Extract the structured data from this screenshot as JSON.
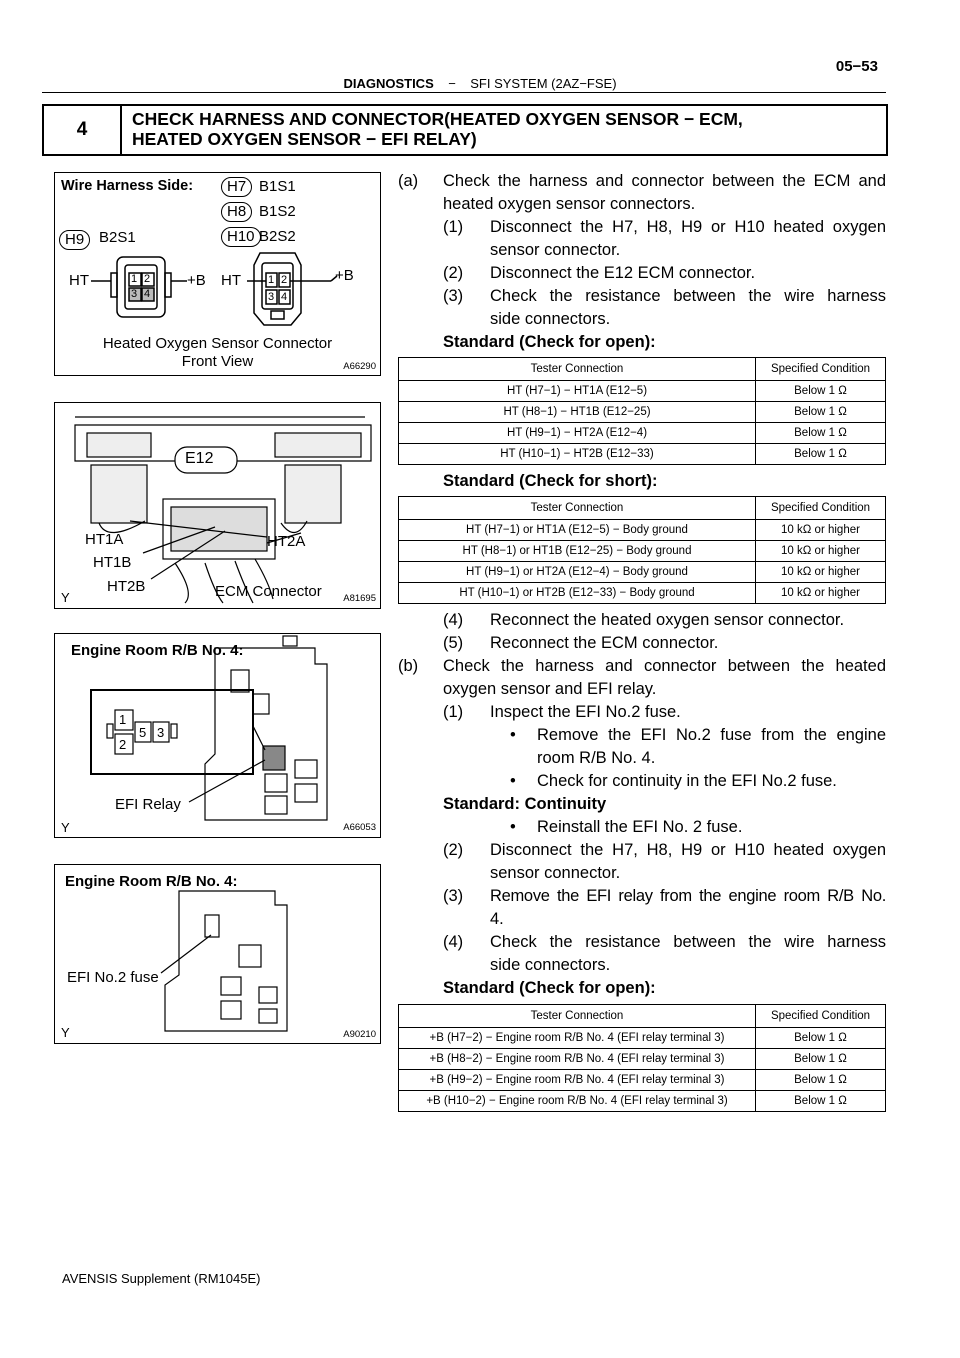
{
  "header": {
    "section": "DIAGNOSTICS",
    "separator": "−",
    "system": "SFI SYSTEM (2AZ−FSE)",
    "page_number": "05−53"
  },
  "step": {
    "number": "4",
    "title_line1": "CHECK HARNESS AND CONNECTOR(HEATED OXYGEN SENSOR − ECM,",
    "title_line2": "HEATED OXYGEN SENSOR − EFI RELAY)"
  },
  "figures": {
    "fig1": {
      "title": "Wire Harness Side:",
      "tags": [
        "H7",
        "H8",
        "H10",
        "H9"
      ],
      "sensors": [
        "B1S1",
        "B1S2",
        "B2S2",
        "B2S1"
      ],
      "ht_left": "HT",
      "b_left": "+B",
      "ht_right": "HT",
      "b_right": "+B",
      "pins": [
        "1",
        "2",
        "3",
        "4"
      ],
      "caption1": "Heated Oxygen Sensor Connector",
      "caption2": "Front View",
      "code": "A66290"
    },
    "fig2": {
      "connector": "E12",
      "ht1a": "HT1A",
      "ht1b": "HT1B",
      "ht2b": "HT2B",
      "ht2a": "HT2A",
      "caption": "ECM Connector",
      "corner": "Y",
      "code": "A81695"
    },
    "fig3": {
      "title": "Engine Room R/B No. 4:",
      "pins": [
        "1",
        "5",
        "3",
        "2"
      ],
      "label": "EFI Relay",
      "corner": "Y",
      "code": "A66053"
    },
    "fig4": {
      "title": "Engine Room R/B No. 4:",
      "label": "EFI No.2 fuse",
      "corner": "Y",
      "code": "A90210"
    }
  },
  "text": {
    "a_label": "(a)",
    "a_line1": "Check the harness and connector between the ECM and",
    "a_line2": "heated oxygen sensor connectors.",
    "a1_label": "(1)",
    "a1_line1": "Disconnect the H7, H8, H9 or H10 heated oxygen",
    "a1_line2": "sensor connector.",
    "a2_label": "(2)",
    "a2_line1": "Disconnect the E12 ECM connector.",
    "a3_label": "(3)",
    "a3_line1": "Check the resistance between the wire harness",
    "a3_line2": "side connectors.",
    "std_open": "Standard (Check for open):",
    "std_short": "Standard (Check for short):",
    "a4_label": "(4)",
    "a4_line1": "Reconnect the heated oxygen sensor connector.",
    "a5_label": "(5)",
    "a5_line1": "Reconnect the ECM connector.",
    "b_label": "(b)",
    "b_line1": "Check the harness and connector between the heated",
    "b_line2": "oxygen sensor and EFI relay.",
    "b1_label": "(1)",
    "b1_line1": "Inspect the EFI No.2 fuse.",
    "bullet": "•",
    "b1_bullet1_line1": "Remove the EFI No.2 fuse from the engine",
    "b1_bullet1_line2": "room R/B No. 4.",
    "b1_bullet2": "Check for continuity in the EFI No.2 fuse.",
    "std_continuity": "Standard: Continuity",
    "b1_bullet3": "Reinstall the EFI No. 2 fuse.",
    "b2_label": "(2)",
    "b2_line1": "Disconnect the H7, H8, H9 or H10 heated oxygen",
    "b2_line2": "sensor connector.",
    "b3_label": "(3)",
    "b3_line1": "Remove the EFI relay from the engine room R/B No.",
    "b3_line2": "4.",
    "b4_label": "(4)",
    "b4_line1": "Check the resistance between the wire harness",
    "b4_line2": "side connectors.",
    "std_open2": "Standard (Check for open):"
  },
  "tables": {
    "headers": [
      "Tester Connection",
      "Specified Condition"
    ],
    "open1": [
      [
        "HT (H7−1) − HT1A (E12−5)",
        "Below 1 Ω"
      ],
      [
        "HT (H8−1) − HT1B (E12−25)",
        "Below 1 Ω"
      ],
      [
        "HT (H9−1) − HT2A (E12−4)",
        "Below 1 Ω"
      ],
      [
        "HT (H10−1) − HT2B (E12−33)",
        "Below 1 Ω"
      ]
    ],
    "short": [
      [
        "HT (H7−1) or HT1A (E12−5) − Body ground",
        "10 kΩ or higher"
      ],
      [
        "HT (H8−1) or HT1B (E12−25) − Body ground",
        "10 kΩ or higher"
      ],
      [
        "HT (H9−1) or HT2A (E12−4) − Body ground",
        "10 kΩ or higher"
      ],
      [
        "HT (H10−1) or HT2B (E12−33) − Body ground",
        "10 kΩ or higher"
      ]
    ],
    "open2": [
      [
        "+B (H7−2) − Engine room R/B No. 4 (EFI relay terminal 3)",
        "Below 1 Ω"
      ],
      [
        "+B (H8−2) − Engine room R/B No. 4 (EFI relay terminal 3)",
        "Below 1 Ω"
      ],
      [
        "+B (H9−2) − Engine room R/B No. 4 (EFI relay terminal 3)",
        "Below 1 Ω"
      ],
      [
        "+B (H10−2) − Engine room R/B No. 4 (EFI relay terminal 3)",
        "Below 1 Ω"
      ]
    ]
  },
  "footer": {
    "text": "AVENSIS Supplement   (RM1045E)"
  }
}
